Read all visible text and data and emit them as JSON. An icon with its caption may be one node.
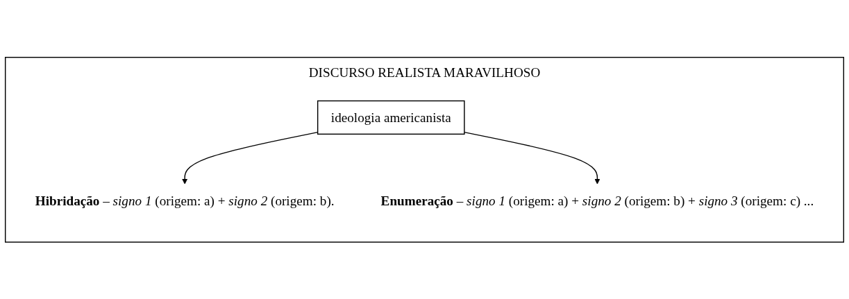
{
  "diagram": {
    "nodes": [
      {
        "text": [
          "DISCURSO REALISTA MARAVILHOSO"
        ]
      },
      {
        "text": [
          "**Hibridação** – *signo 1* (origem: a) + *signo 2* (origem: b)."
        ],
        "in": 0
      },
      {
        "text": [
          "ideologia americanista"
        ],
        "in": 0
      },
      {
        "text": [
          "**Enumeração** – *signo 1* (origem: a) + *signo 2* (origem: b) + *signo 3* (origem: c) ..."
        ],
        "in": 0
      }
    ],
    "edges": [
      {
        "from": 2,
        "to": 1,
        "arrow": "to"
      },
      {
        "from": 2,
        "to": 3,
        "arrow": "to"
      }
    ]
  }
}
